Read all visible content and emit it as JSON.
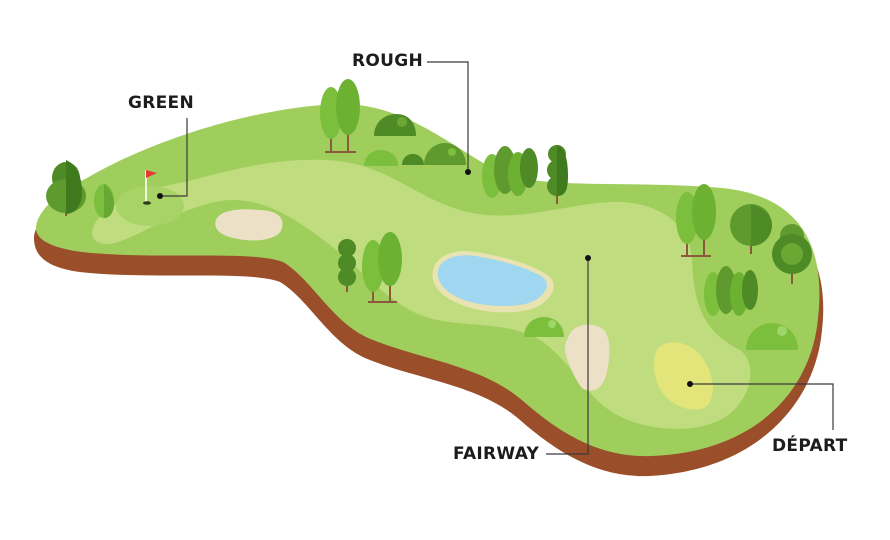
{
  "labels": {
    "rough": "ROUGH",
    "green": "GREEN",
    "fairway": "FAIRWAY",
    "depart": "DÉPART"
  },
  "colors": {
    "soil": "#9a4e2a",
    "rough": "#9fce5c",
    "fairway": "#bfdc7e",
    "green": "#a8d366",
    "tee": "#e3e57a",
    "sand": "#ece1c6",
    "water": "#9fd6f0",
    "water_edge": "#e9e3b2",
    "tree_light": "#7cbf3c",
    "tree_dark": "#4e8a26",
    "trunk": "#8a5a3a",
    "flag": "#e53935"
  }
}
